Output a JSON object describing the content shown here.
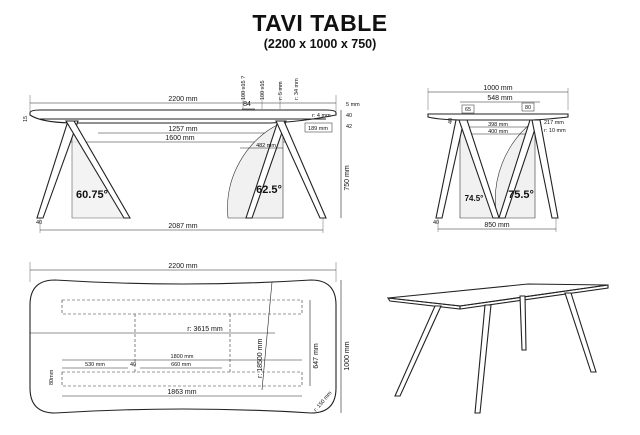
{
  "title": "TAVI TABLE",
  "subtitle": "(2200 x 1000 x 750)",
  "front_view": {
    "overall_length": "2200 mm",
    "d_1257": "1257 mm",
    "d_1600": "1600 mm",
    "d_482": "482 mm",
    "d_2087": "2087 mm",
    "d_84": "84",
    "d_189": "189 mm",
    "d_750": "750 mm",
    "d_5mm": "5 mm",
    "d_15": "15",
    "d_42": "42",
    "d_40a": "40",
    "d_40b": "40",
    "note_r1": "100 x15 ?",
    "note_r2": "100 x15",
    "note_r3": "r: 5 mm",
    "note_r4": "r: 34 mm",
    "note_r5": "r: 4 mm",
    "angle_left": "60.75°",
    "angle_right": "62.5°"
  },
  "side_view": {
    "overall_width": "1000 mm",
    "d_548": "548 mm",
    "d_65": "65",
    "d_80": "80",
    "d_398": "398 mm",
    "d_400": "400 mm",
    "d_217": "217 mm",
    "d_r10": "r: 10 mm",
    "d_850": "850 mm",
    "d_40a": "40",
    "d_40b": "40",
    "angle_left": "74.5°",
    "angle_right": "75.5°"
  },
  "top_view": {
    "overall_length": "2200 mm",
    "radius_3615": "r: 3615 mm",
    "radius_18500": "r: 18500 mm",
    "d_1800": "1800 mm",
    "d_530": "530 mm",
    "d_40": "40",
    "d_660": "660 mm",
    "d_80": "80mm",
    "d_1863": "1863 mm",
    "d_647": "647 mm",
    "d_1000": "1000 mm",
    "corner_r": "r: 150 mm"
  }
}
